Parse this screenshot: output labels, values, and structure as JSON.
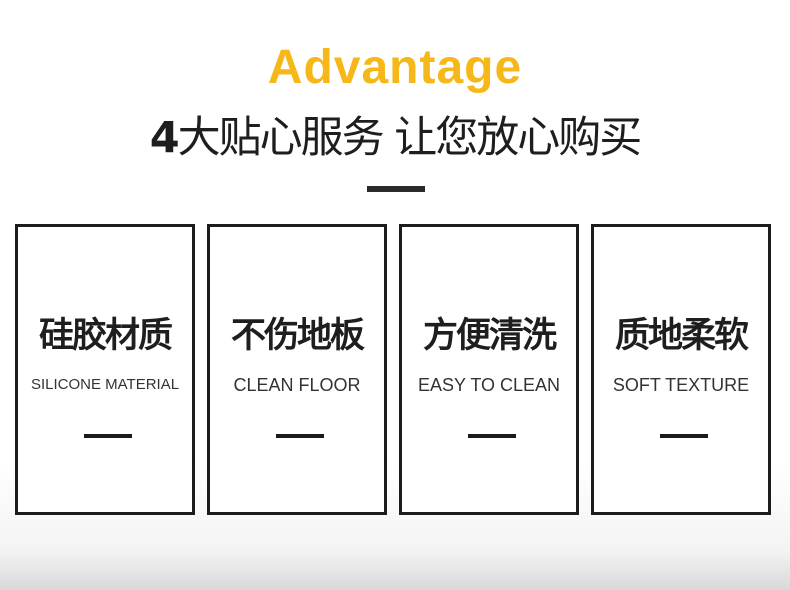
{
  "header": {
    "title": "Advantage",
    "subtitle_number": "4",
    "subtitle_text": "大贴心服务 让您放心购买"
  },
  "cards": [
    {
      "title": "硅胶材质",
      "subtitle": "SILICONE MATERIAL"
    },
    {
      "title": "不伤地板",
      "subtitle": "CLEAN FLOOR"
    },
    {
      "title": "方便清洗",
      "subtitle": "EASY TO CLEAN"
    },
    {
      "title": "质地柔软",
      "subtitle": "SOFT TEXTURE"
    }
  ],
  "colors": {
    "accent": "#f6b719",
    "text": "#1e1e1e",
    "border": "#1c1c1c"
  }
}
